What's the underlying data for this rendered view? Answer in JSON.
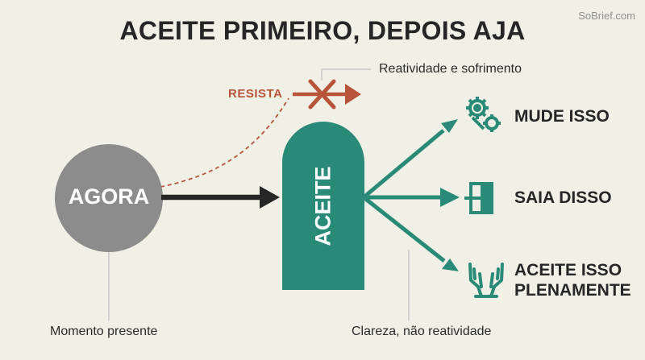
{
  "brand": "SoBrief.com",
  "title": "ACEITE PRIMEIRO, DEPOIS AJA",
  "now_label": "AGORA",
  "accept_label": "ACEITE",
  "resist_label": "RESISTA",
  "resist_result": "Reatividade e sofrimento",
  "present_caption": "Momento presente",
  "clarity_caption": "Clareza, não reatividade",
  "options": [
    {
      "line1": "MUDE ISSO",
      "line2": "",
      "icon": "gears-icon"
    },
    {
      "line1": "SAIA DISSO",
      "line2": "",
      "icon": "exit-door-icon"
    },
    {
      "line1": "ACEITE ISSO",
      "line2": "PLENAMENTE",
      "icon": "open-hands-icon"
    }
  ],
  "colors": {
    "background": "#f1f0e6",
    "now_circle": "#8c8c8c",
    "accept": "#2a8a78",
    "resist": "#b8543a",
    "main_arrow": "#262626",
    "text": "#262626"
  }
}
